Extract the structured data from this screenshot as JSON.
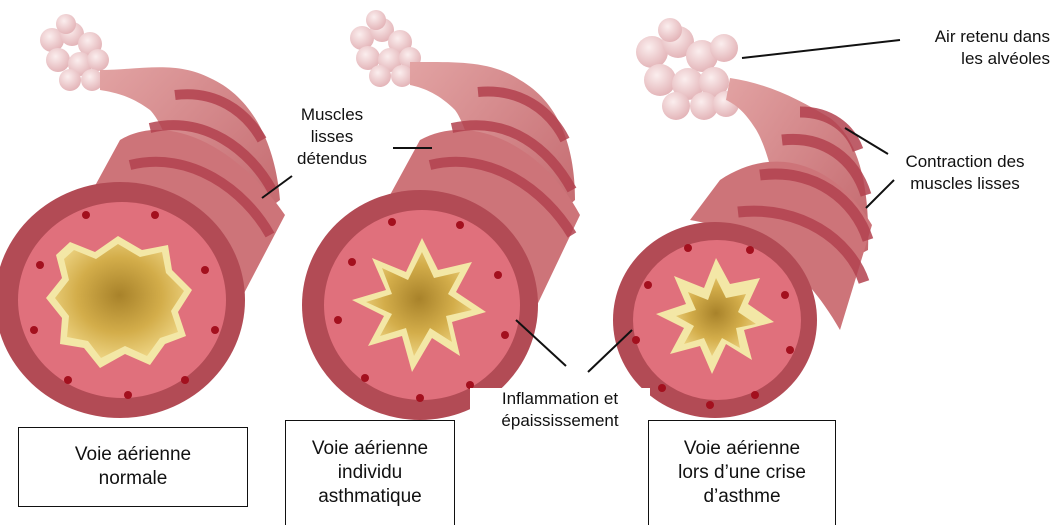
{
  "labels": {
    "muscles_relaxed": "Muscles\nlisses\ndétendus",
    "air_trapped": "Air retenu dans\nles alvéoles",
    "contraction": "Contraction des\nmuscles lisses",
    "inflammation": "Inflammation et\népaississement"
  },
  "captions": {
    "normal": "Voie aérienne\nnormale",
    "asthmatic": "Voie aérienne\nindividu\nasthmatique",
    "attack": "Voie aérienne\nlors d’une crise\nd’asthme"
  },
  "colors": {
    "tube_wall": "#c7646c",
    "tube_band": "#b3424f",
    "mucosa": "#e0707c",
    "lumen": "#d8b34e",
    "lining": "#f3e7a6",
    "alveoli": "#f0cdcf",
    "outline": "#111111"
  }
}
